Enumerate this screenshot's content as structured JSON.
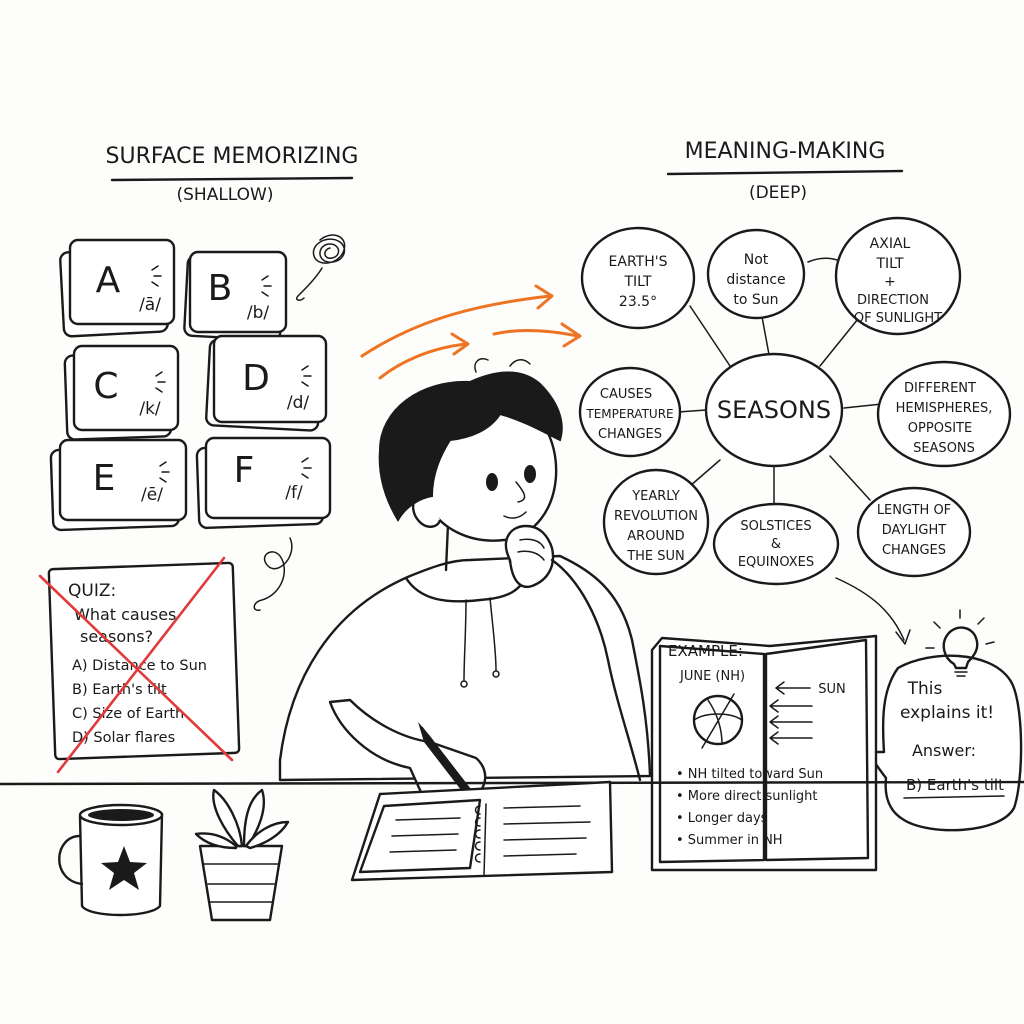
{
  "left_panel": {
    "title": "SURFACE MEMORIZING",
    "subtitle": "(SHALLOW)",
    "flashcards": [
      {
        "letter": "A",
        "phoneme": "/ā/"
      },
      {
        "letter": "B",
        "phoneme": "/b/"
      },
      {
        "letter": "C",
        "phoneme": "/k/"
      },
      {
        "letter": "D",
        "phoneme": "/d/"
      },
      {
        "letter": "E",
        "phoneme": "/ē/"
      },
      {
        "letter": "F",
        "phoneme": "/f/"
      }
    ],
    "quiz": {
      "heading": "QUIZ:",
      "question_line1": "What causes",
      "question_line2": "seasons?",
      "options": [
        "A) Distance to Sun",
        "B) Earth's tilt",
        "C) Size of Earth",
        "D) Solar flares"
      ],
      "crossed_out": true
    }
  },
  "right_panel": {
    "title": "MEANING-MAKING",
    "subtitle": "(DEEP)",
    "mind_map": {
      "center": "SEASONS",
      "nodes": [
        {
          "lines": [
            "EARTH'S",
            "TILT",
            "23.5°"
          ]
        },
        {
          "lines": [
            "Not",
            "distance",
            "to Sun"
          ]
        },
        {
          "lines": [
            "AXIAL",
            "TILT",
            "+",
            "DIRECTION",
            "OF SUNLIGHT"
          ]
        },
        {
          "lines": [
            "CAUSES",
            "TEMPERATURE",
            "CHANGES"
          ]
        },
        {
          "lines": [
            "DIFFERENT",
            "HEMISPHERES,",
            "OPPOSITE",
            "SEASONS"
          ]
        },
        {
          "lines": [
            "YEARLY",
            "REVOLUTION",
            "AROUND",
            "THE SUN"
          ]
        },
        {
          "lines": [
            "SOLSTICES",
            "&",
            "EQUINOXES"
          ]
        },
        {
          "lines": [
            "LENGTH OF",
            "DAYLIGHT",
            "CHANGES"
          ]
        }
      ]
    },
    "example_book": {
      "heading": "EXAMPLE:",
      "subheading": "JUNE (NH)",
      "sun_label": "SUN",
      "bullets": [
        "• NH tilted toward Sun",
        "• More direct sunlight",
        "• Longer days",
        "• Summer in NH"
      ]
    },
    "speech_bubble": {
      "line1": "This",
      "line2": "explains it!",
      "answer_label": "Answer:",
      "answer": "B) Earth's tilt"
    }
  },
  "colors": {
    "ink": "#1a1a1a",
    "arrow": "#ee7423",
    "cross": "#e03a3a",
    "paper": "#fdfdfb"
  },
  "icons": [
    "scribble-icon",
    "star-icon",
    "lightbulb-icon",
    "pen-icon",
    "plant-icon",
    "mug-icon",
    "globe-icon"
  ]
}
